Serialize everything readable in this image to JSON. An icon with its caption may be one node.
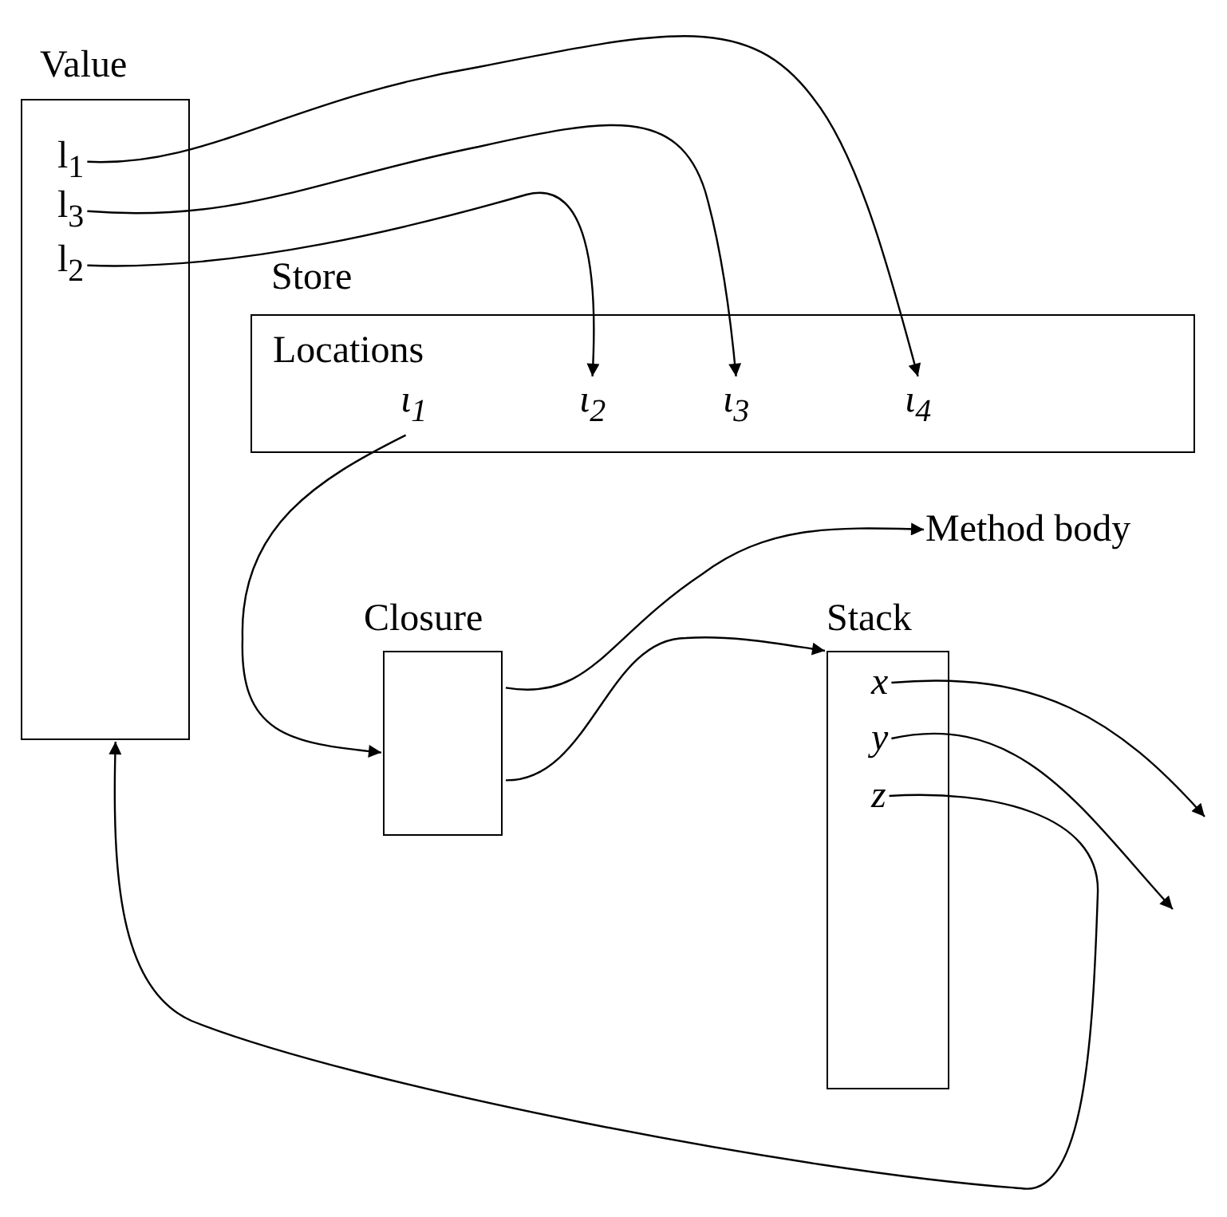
{
  "diagram": {
    "nodes": [
      {
        "text": [
          "Value"
        ]
      },
      {
        "text": [
          "l$_{1}$"
        ],
        "in": 0
      },
      {
        "text": [
          "l$_{3}$"
        ],
        "in": 0
      },
      {
        "text": [
          "l$_{2}$"
        ],
        "in": 0
      },
      {
        "text": [
          "Store",
          "Locations"
        ]
      },
      {
        "text": [
          "ι$_{1}$"
        ],
        "in": 4
      },
      {
        "text": [
          "ι$_{2}$"
        ],
        "in": 4
      },
      {
        "text": [
          "ι$_{3}$"
        ],
        "in": 4
      },
      {
        "text": [
          "ι$_{4}$"
        ],
        "in": 4
      },
      {
        "text": [
          "Method body"
        ]
      },
      {
        "text": [
          "Closure"
        ]
      },
      {
        "text": [
          "Stack"
        ]
      },
      {
        "text": [
          "x"
        ],
        "in": 11
      },
      {
        "text": [
          "y"
        ],
        "in": 11
      },
      {
        "text": [
          "z"
        ],
        "in": 11
      }
    ],
    "edges": [
      {
        "from": 1,
        "to": 8,
        "arrow": "to"
      },
      {
        "from": 2,
        "to": 7,
        "arrow": "to"
      },
      {
        "from": 3,
        "to": 6,
        "arrow": "to"
      },
      {
        "from": 5,
        "to": 10,
        "arrow": "to"
      },
      {
        "from": 10,
        "to": 9,
        "arrow": "to"
      },
      {
        "from": 10,
        "to": 11,
        "arrow": "to"
      },
      {
        "from": 12,
        "to": null,
        "arrow": "to"
      },
      {
        "from": 13,
        "to": null,
        "arrow": "to"
      },
      {
        "from": 14,
        "to": 0,
        "arrow": "to"
      }
    ]
  }
}
